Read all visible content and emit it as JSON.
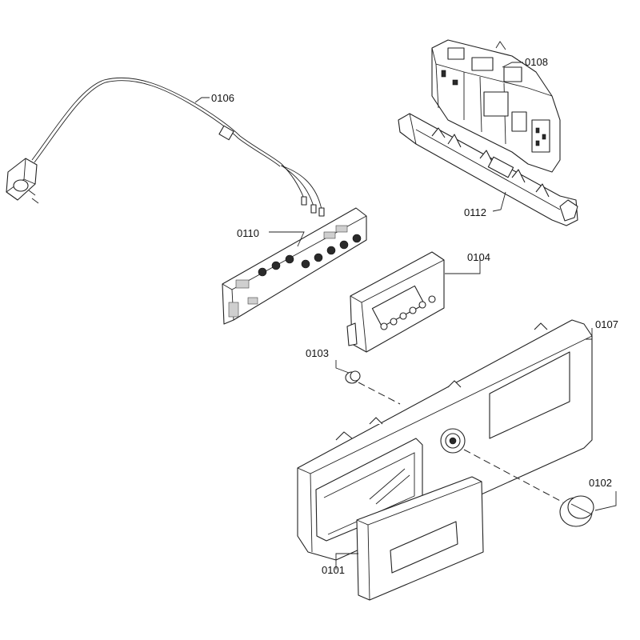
{
  "diagram": {
    "labels": {
      "p0106": "0106",
      "p0108": "0108",
      "p0112": "0112",
      "p0110": "0110",
      "p0104": "0104",
      "p0107": "0107",
      "p0103": "0103",
      "p0102": "0102",
      "p0101": "0101"
    }
  }
}
